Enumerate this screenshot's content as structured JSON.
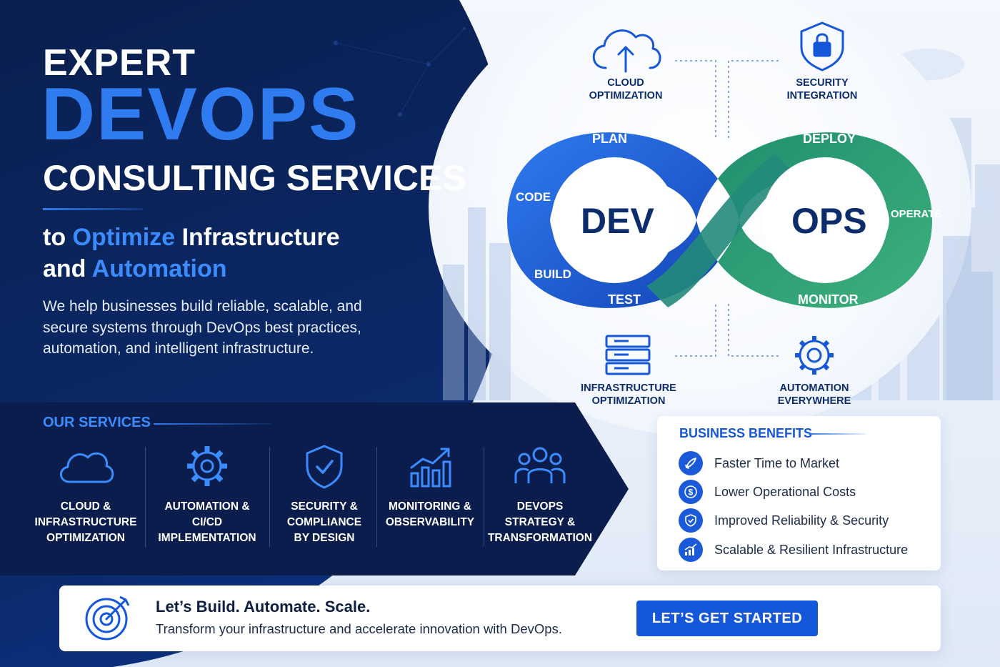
{
  "hero": {
    "line1": "EXPERT",
    "line2": "DEVOPS",
    "line3": "CONSULTING SERVICES",
    "tagline_prefix": "to ",
    "tagline_hl1": "Optimize",
    "tagline_mid": " Infrastructure",
    "tagline_and": "and ",
    "tagline_hl2": "Automation",
    "description": "We help businesses build reliable, scalable, and secure systems through DevOps best practices, automation, and intelligent infrastructure."
  },
  "features": {
    "cloud": "CLOUD\nOPTIMIZATION",
    "security": "SECURITY\nINTEGRATION",
    "infrastructure": "INFRASTRUCTURE\nOPTIMIZATION",
    "automation": "AUTOMATION\nEVERYWHERE"
  },
  "infinity": {
    "dev": "DEV",
    "ops": "OPS",
    "plan": "PLAN",
    "code": "CODE",
    "build": "BUILD",
    "test": "TEST",
    "deploy": "DEPLOY",
    "operate": "OPERATE",
    "monitor": "MONITOR",
    "dev_color": "#1f63d6",
    "ops_color": "#2e9f78"
  },
  "services": {
    "title": "OUR SERVICES",
    "items": [
      {
        "label": "CLOUD &\nINFRASTRUCTURE\nOPTIMIZATION",
        "icon": "cloud-icon"
      },
      {
        "label": "AUTOMATION &\nCI/CD\nIMPLEMENTATION",
        "icon": "gear-icon"
      },
      {
        "label": "SECURITY &\nCOMPLIANCE\nBY DESIGN",
        "icon": "shield-check-icon"
      },
      {
        "label": "MONITORING &\nOBSERVABILITY",
        "icon": "chart-icon"
      },
      {
        "label": "DEVOPS\nSTRATEGY &\nTRANSFORMATION",
        "icon": "team-icon"
      }
    ]
  },
  "benefits": {
    "title": "BUSINESS BENEFITS",
    "items": [
      {
        "text": "Faster Time to Market",
        "icon": "rocket-icon"
      },
      {
        "text": "Lower Operational Costs",
        "icon": "dollar-icon"
      },
      {
        "text": "Improved Reliability & Security",
        "icon": "shield-check-icon"
      },
      {
        "text": "Scalable & Resilient Infrastructure",
        "icon": "growth-icon"
      }
    ]
  },
  "cta": {
    "heading": "Let’s Build. Automate. Scale.",
    "subtext": "Transform your infrastructure and accelerate innovation with DevOps.",
    "button": "LET’S GET STARTED",
    "accent": "#1457d9"
  }
}
